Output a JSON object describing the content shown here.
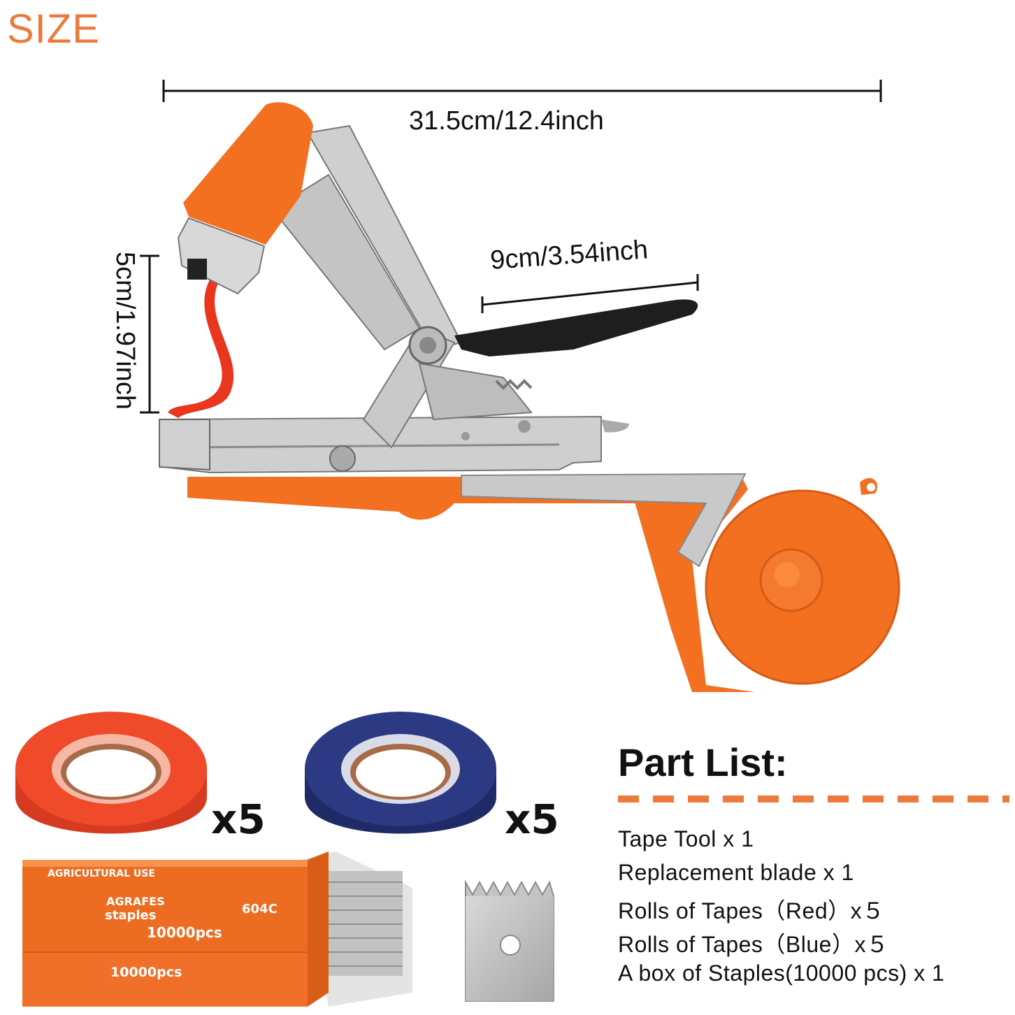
{
  "header": {
    "title": "SIZE"
  },
  "dimensions": {
    "length": "31.5cm/12.4inch",
    "handle": "9cm/3.54inch",
    "height": "5cm/1.97inch"
  },
  "tape_red": {
    "quantity": "x5"
  },
  "tape_blue": {
    "quantity": "x5"
  },
  "staples_box": {
    "top_label": "AGRICULTURAL USE",
    "brand": "AGRAFES",
    "type": "staples",
    "model": "604C",
    "count": "10000pcs",
    "bottom_count": "10000pcs"
  },
  "part_list": {
    "title": "Part List:",
    "items": [
      "Tape Tool x 1",
      "Replacement blade x 1",
      "Rolls of Tapes（Red）x５",
      "Rolls of Tapes（Blue）x５",
      "A box of Staples(10000 pcs) x 1"
    ]
  },
  "colors": {
    "accent": "#ec7a3c",
    "tool_orange": "#f37021",
    "tape_red": "#e8361f",
    "tape_blue": "#27357a"
  }
}
